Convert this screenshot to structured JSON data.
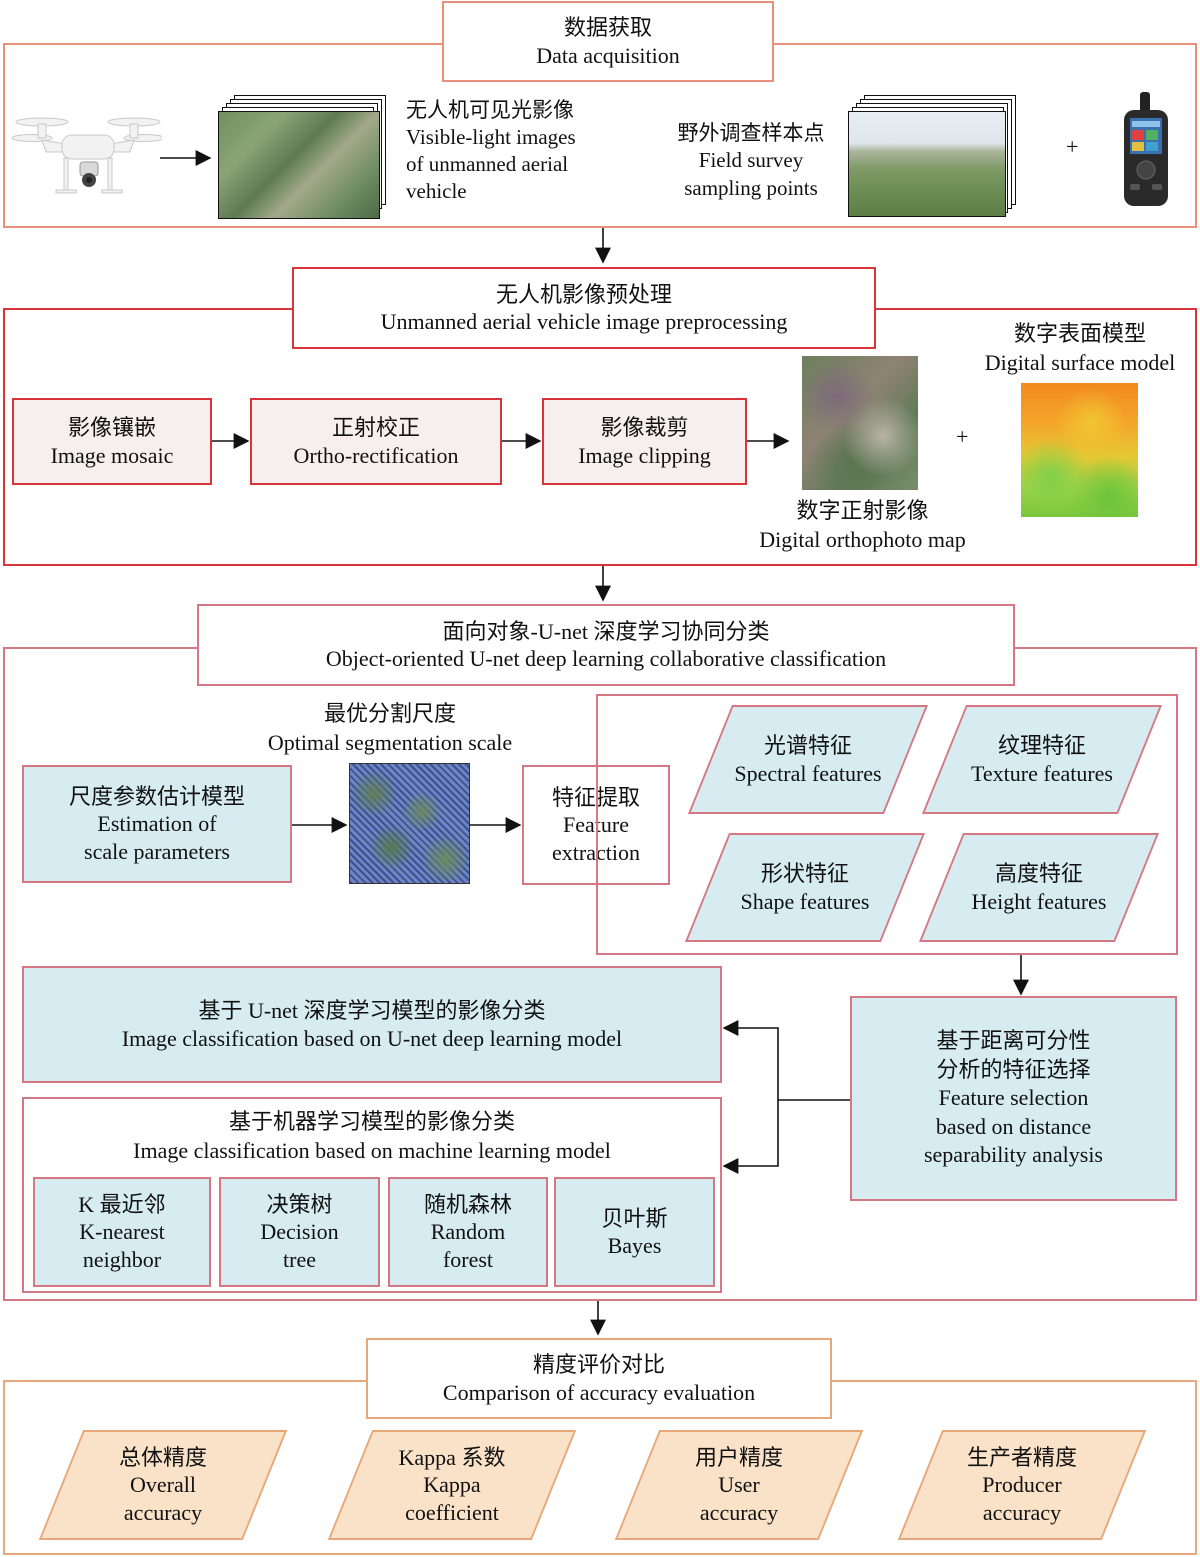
{
  "acquisition": {
    "title_cn": "数据获取",
    "title_en": "Data acquisition",
    "uav_images": [
      "无人机可见光影像",
      "Visible-light images",
      "of unmanned aerial",
      "vehicle"
    ],
    "field_survey": [
      "野外调查样本点",
      "Field survey",
      "sampling points"
    ],
    "plus": "+"
  },
  "preprocessing": {
    "title_cn": "无人机影像预处理",
    "title_en": "Unmanned aerial vehicle image preprocessing",
    "steps": [
      {
        "cn": "影像镶嵌",
        "en": "Image mosaic"
      },
      {
        "cn": "正射校正",
        "en": "Ortho-rectification"
      },
      {
        "cn": "影像裁剪",
        "en": "Image clipping"
      }
    ],
    "dom_cn": "数字正射影像",
    "dom_en": "Digital orthophoto map",
    "dsm_cn": "数字表面模型",
    "dsm_en": "Digital surface model",
    "plus": "+"
  },
  "classification": {
    "title_cn": "面向对象-U-net 深度学习协同分类",
    "title_en": "Object-oriented U-net deep learning collaborative classification",
    "opt_scale_cn": "最优分割尺度",
    "opt_scale_en": "Optimal segmentation scale",
    "scale_model": [
      "尺度参数估计模型",
      "Estimation of",
      "scale parameters"
    ],
    "feature_extraction": [
      "特征提取",
      "Feature",
      "extraction"
    ],
    "features": [
      {
        "cn": "光谱特征",
        "en": "Spectral features"
      },
      {
        "cn": "纹理特征",
        "en": "Texture features"
      },
      {
        "cn": "形状特征",
        "en": "Shape features"
      },
      {
        "cn": "高度特征",
        "en": "Height features"
      }
    ],
    "unet_cn": "基于 U-net 深度学习模型的影像分类",
    "unet_en": "Image classification based on U-net deep learning model",
    "ml_cn": "基于机器学习模型的影像分类",
    "ml_en": "Image classification based on machine learning model",
    "ml_models": [
      [
        "K 最近邻",
        "K-nearest",
        "neighbor"
      ],
      [
        "决策树",
        "Decision",
        "tree"
      ],
      [
        "随机森林",
        "Random",
        "forest"
      ],
      [
        "贝叶斯",
        "Bayes"
      ]
    ],
    "feature_selection": [
      "基于距离可分性",
      "分析的特征选择",
      "Feature selection",
      "based on distance",
      "separability analysis"
    ]
  },
  "evaluation": {
    "title_cn": "精度评价对比",
    "title_en": "Comparison of accuracy evaluation",
    "metrics": [
      [
        "总体精度",
        "Overall",
        "accuracy"
      ],
      [
        "Kappa 系数",
        "Kappa",
        "coefficient"
      ],
      [
        "用户精度",
        "User",
        "accuracy"
      ],
      [
        "生产者精度",
        "Producer",
        "accuracy"
      ]
    ]
  },
  "colors": {
    "orange_border": "#e8907a",
    "red_border": "#d8343a",
    "pink_border": "#d67884",
    "tan_border": "#e6a87a",
    "blue_fill": "#d7ecf0",
    "tan_fill": "#f9e2c8"
  }
}
